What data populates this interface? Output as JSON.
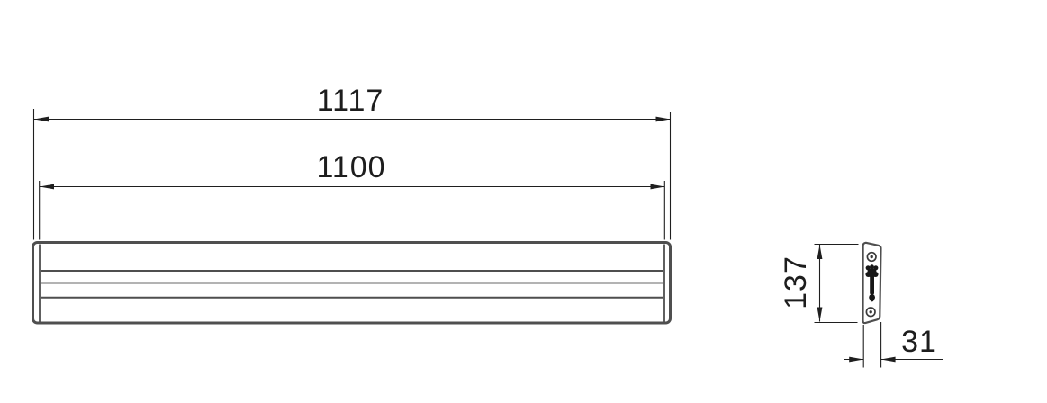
{
  "drawing": {
    "type": "technical-dimension-drawing",
    "front_view": {
      "dim_overall_length": "1117",
      "dim_body_length": "1100"
    },
    "side_view": {
      "dim_height": "137",
      "dim_depth": "31"
    },
    "colors": {
      "dimension_line": "#1f1f1f",
      "profile_edge": "#4f4f4f",
      "inner_line_light": "#9a9a9a",
      "slot_fill": "#161616",
      "background": "#ffffff",
      "text": "#1d1d1d"
    }
  }
}
